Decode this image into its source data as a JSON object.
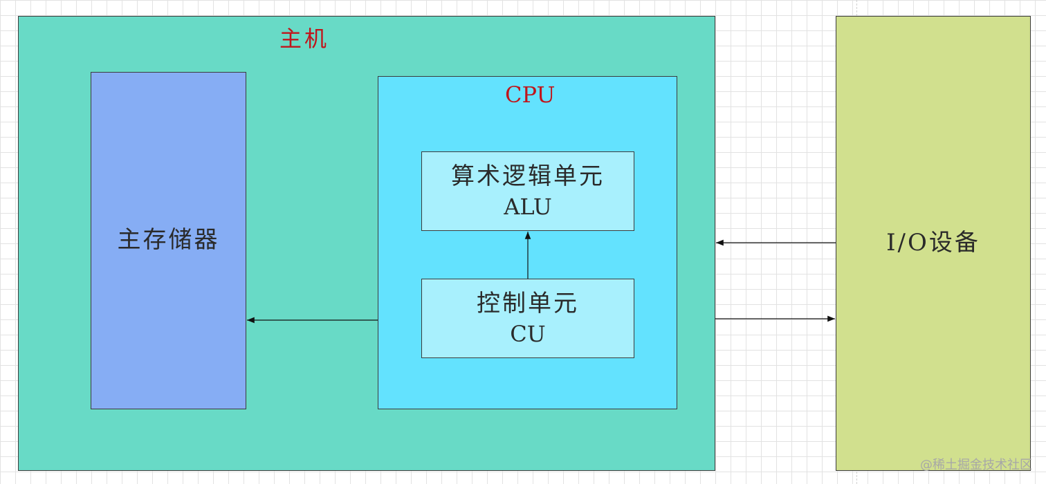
{
  "host": {
    "title": "主机"
  },
  "memory": {
    "label": "主存储器"
  },
  "cpu": {
    "title": "CPU",
    "alu": {
      "name": "算术逻辑单元",
      "abbr": "ALU"
    },
    "cu": {
      "name": "控制单元",
      "abbr": "CU"
    }
  },
  "io": {
    "label": "I/O设备"
  },
  "watermark": "@稀土掘金技术社区",
  "colors": {
    "host_fill": "#68dac6",
    "memory_fill": "#86adf4",
    "cpu_fill": "#63e2fe",
    "unit_fill": "#a8f0fd",
    "io_fill": "#d1e08e",
    "title_text": "#c0151b"
  }
}
